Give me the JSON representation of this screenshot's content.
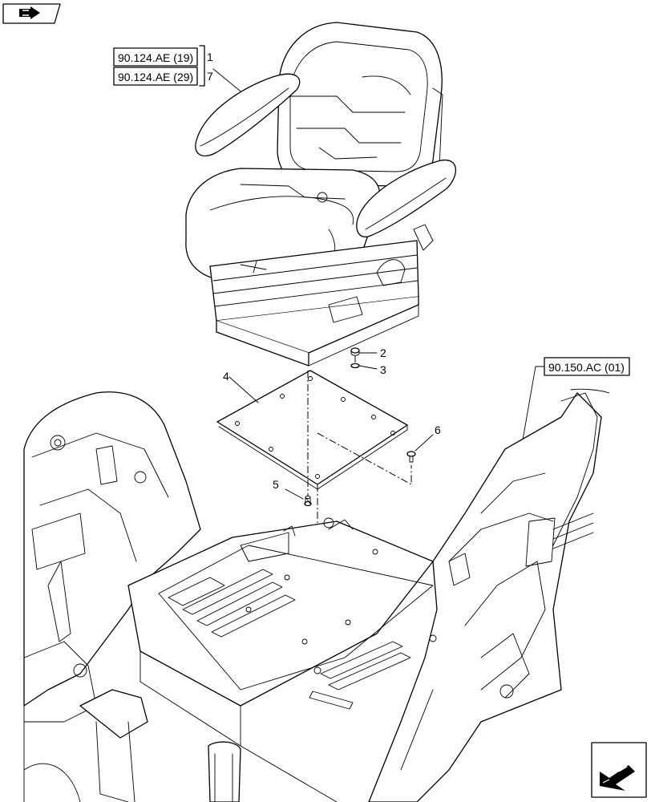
{
  "references": [
    {
      "code": "90.124.AE (19)",
      "item": "1"
    },
    {
      "code": "90.124.AE (29)",
      "item": "7"
    },
    {
      "code": "90.150.AC (01)"
    }
  ],
  "callouts": [
    "2",
    "3",
    "4",
    "5",
    "6"
  ]
}
